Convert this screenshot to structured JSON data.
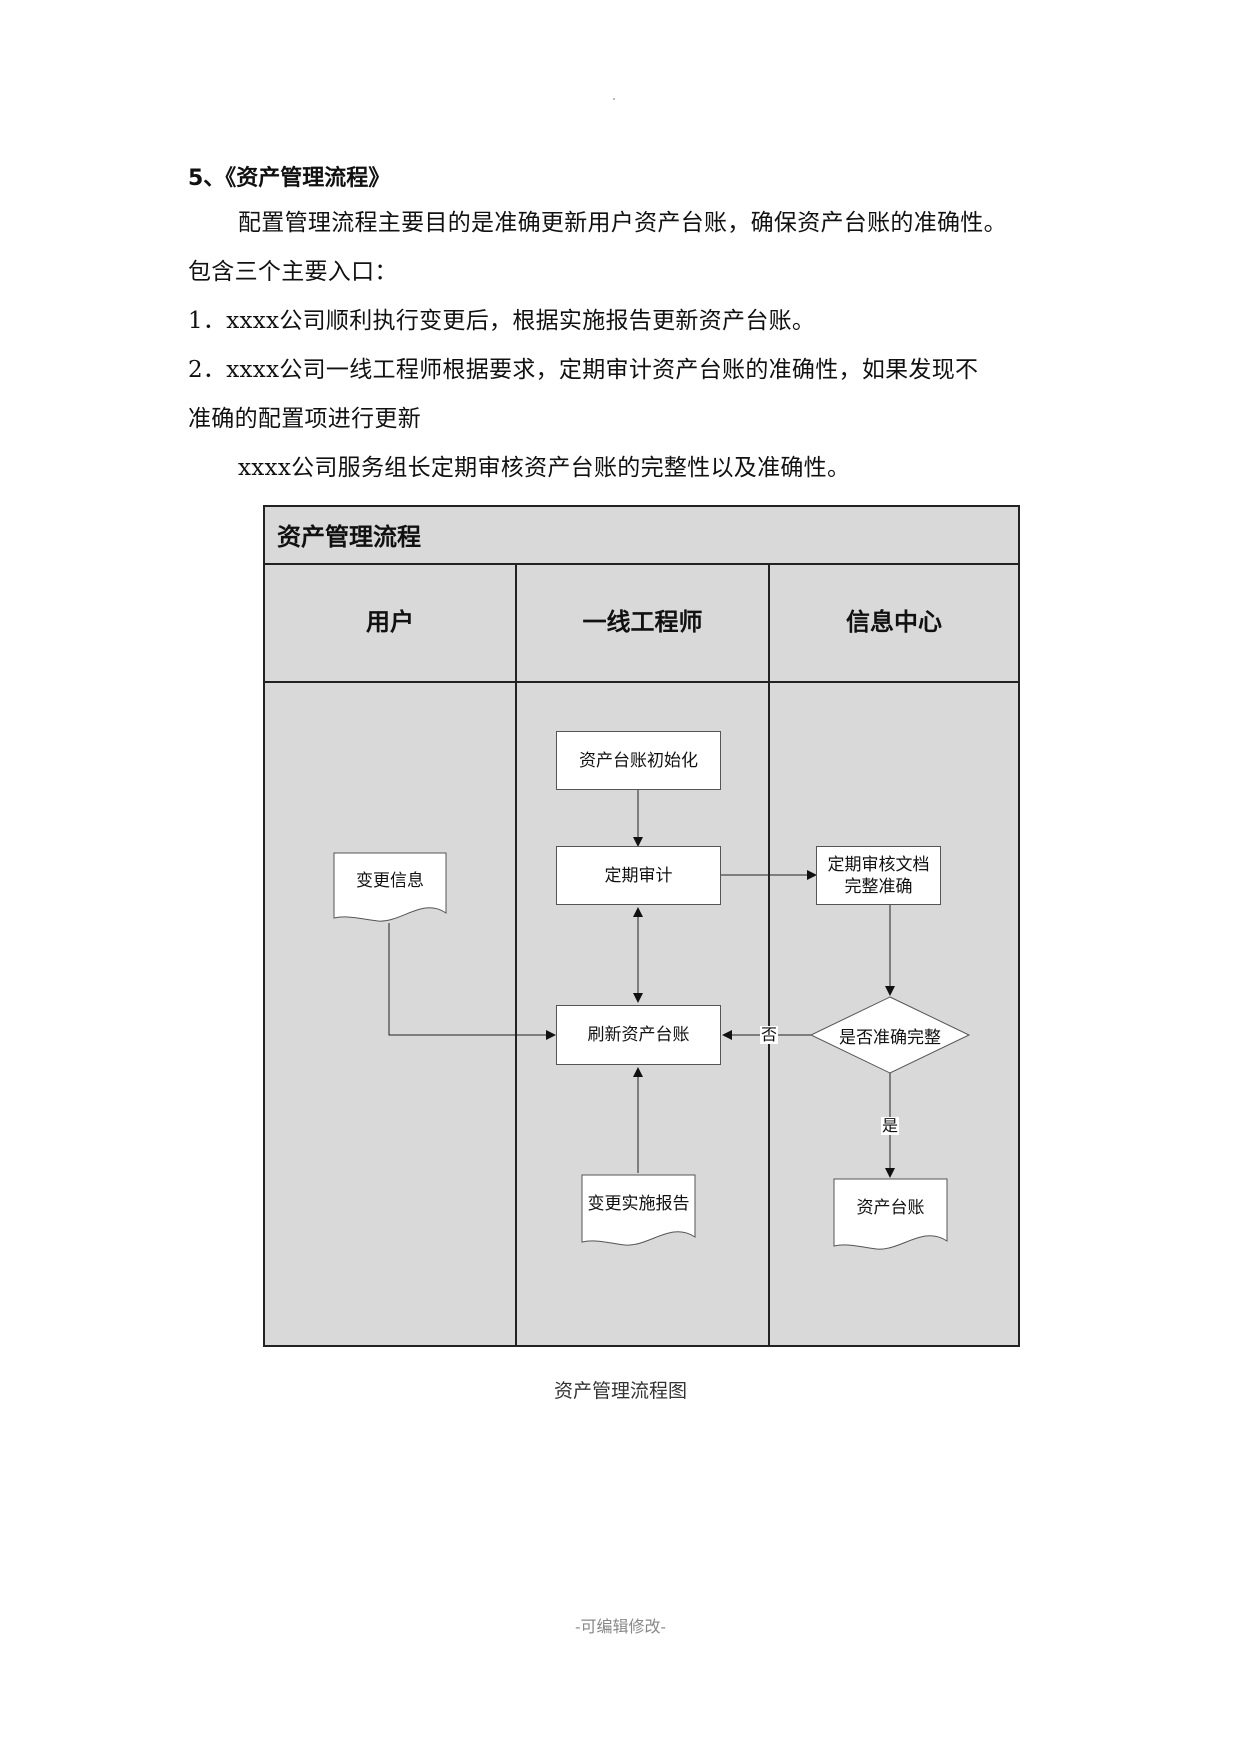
{
  "section_heading": "5、《资产管理流程》",
  "paragraphs": {
    "p1": "配置管理流程主要目的是准确更新用户资产台账，确保资产台账的准确性。",
    "p2": "包含三个主要入口：",
    "p3": "1．xxxx公司顺利执行变更后，根据实施报告更新资产台账。",
    "p4": "2．xxxx公司一线工程师根据要求，定期审计资产台账的准确性，如果发现不",
    "p5": "准确的配置项进行更新",
    "p6": "xxxx公司服务组长定期审核资产台账的完整性以及准确性。"
  },
  "diagram": {
    "title": "资产管理流程",
    "lanes": [
      "用户",
      "一线工程师",
      "信息中心"
    ],
    "nodes": {
      "init": "资产台账初始化",
      "audit": "定期审计",
      "review": "定期审核文档完整准确",
      "change_info": "变更信息",
      "refresh": "刷新资产台账",
      "decision": "是否准确完整",
      "change_report": "变更实施报告",
      "ledger": "资产台账"
    },
    "edge_labels": {
      "no": "否",
      "yes": "是"
    }
  },
  "caption": "资产管理流程图",
  "footer": "-可编辑修改-",
  "colors": {
    "lane_fill": "#d9d9d9",
    "line": "#222222"
  }
}
